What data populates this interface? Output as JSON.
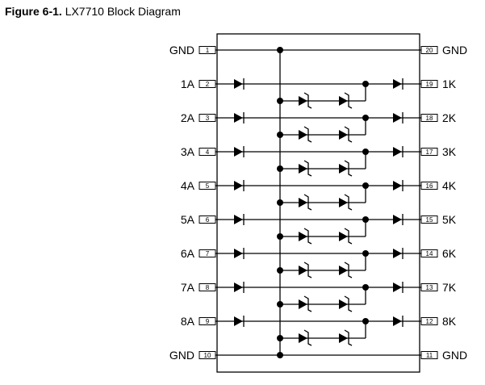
{
  "caption": {
    "label": "Figure 6-1.",
    "title": "LX7710 Block Diagram"
  },
  "left_pins": [
    {
      "name": "GND",
      "num": "1"
    },
    {
      "name": "1A",
      "num": "2"
    },
    {
      "name": "2A",
      "num": "3"
    },
    {
      "name": "3A",
      "num": "4"
    },
    {
      "name": "4A",
      "num": "5"
    },
    {
      "name": "5A",
      "num": "6"
    },
    {
      "name": "6A",
      "num": "7"
    },
    {
      "name": "7A",
      "num": "8"
    },
    {
      "name": "8A",
      "num": "9"
    },
    {
      "name": "GND",
      "num": "10"
    }
  ],
  "right_pins": [
    {
      "name": "GND",
      "num": "20"
    },
    {
      "name": "1K",
      "num": "19"
    },
    {
      "name": "2K",
      "num": "18"
    },
    {
      "name": "3K",
      "num": "17"
    },
    {
      "name": "4K",
      "num": "16"
    },
    {
      "name": "5K",
      "num": "15"
    },
    {
      "name": "6K",
      "num": "14"
    },
    {
      "name": "7K",
      "num": "13"
    },
    {
      "name": "8K",
      "num": "12"
    },
    {
      "name": "GND",
      "num": "11"
    }
  ]
}
